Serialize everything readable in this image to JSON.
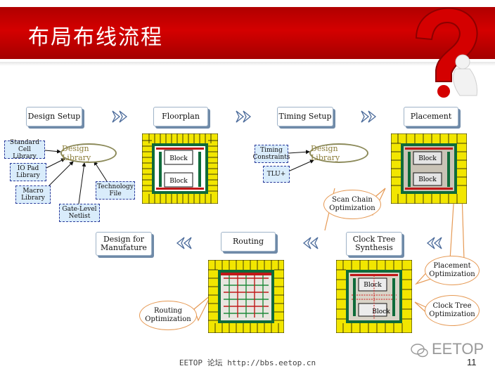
{
  "title": "布局布线流程",
  "steps": {
    "design_setup": "Design Setup",
    "floorplan": "Floorplan",
    "timing_setup": "Timing Setup",
    "placement": "Placement",
    "clock_tree_1": "Clock Tree",
    "clock_tree_2": "Synthesis",
    "routing": "Routing",
    "dfm_1": "Design for",
    "dfm_2": "Manufature"
  },
  "design_library": {
    "label": "Design Library",
    "inputs": {
      "std_1": "Standard Cell",
      "std_2": "Library",
      "io_1": "IO Pad",
      "io_2": "Library",
      "macro_1": "Macro",
      "macro_2": "Library",
      "gate_1": "Gate-Level",
      "gate_2": "Netlist",
      "tech_1": "Technology",
      "tech_2": "File"
    }
  },
  "timing_library": {
    "label": "Design Library",
    "inputs": {
      "tc_1": "Timing",
      "tc_2": "Constraints",
      "tlu": "TLU+"
    }
  },
  "chip_labels": {
    "block": "Block"
  },
  "bubbles": {
    "scan_1": "Scan Chain",
    "scan_2": "Optimization",
    "place_1": "Placement",
    "place_2": "Optimization",
    "ctree_1": "Clock Tree",
    "ctree_2": "Optimization",
    "route_1": "Routing",
    "route_2": "Optimization"
  },
  "footer": {
    "text": "EETOP 论坛 http://bbs.eetop.cn",
    "page": "11",
    "watermark": "EETOP"
  },
  "colors": {
    "banner": "#c00000",
    "chip_yellow": "#f2e600",
    "chip_green": "#0f6b3a",
    "bubble_border": "#e69a55"
  }
}
